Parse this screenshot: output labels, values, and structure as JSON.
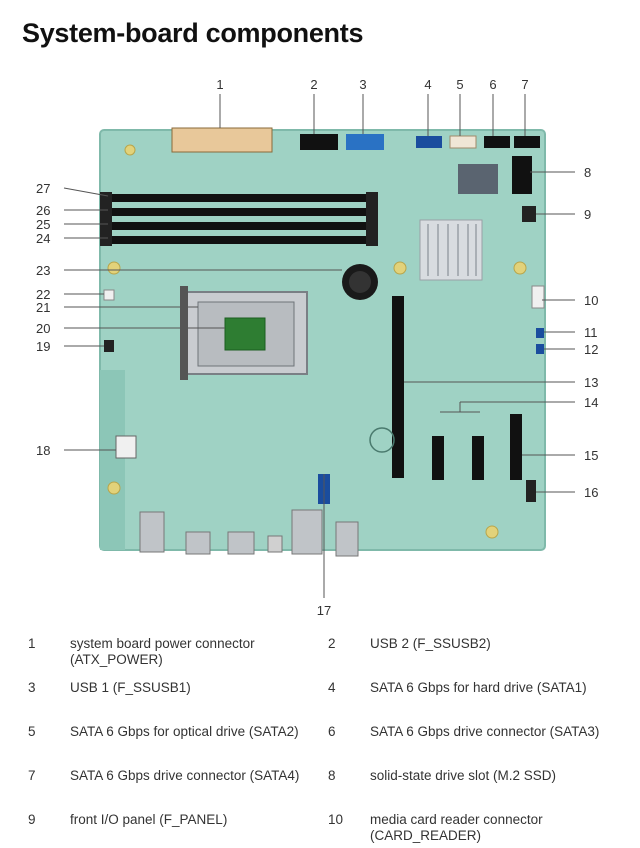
{
  "page": {
    "title": "System-board components"
  },
  "callouts": [
    "1",
    "2",
    "3",
    "4",
    "5",
    "6",
    "7",
    "8",
    "9",
    "10",
    "11",
    "12",
    "13",
    "14",
    "15",
    "16",
    "17",
    "18",
    "19",
    "20",
    "21",
    "22",
    "23",
    "24",
    "25",
    "26",
    "27"
  ],
  "legend": [
    {
      "num": "1",
      "text": "system board power connector (ATX_POWER)"
    },
    {
      "num": "2",
      "text": "USB 2 (F_SSUSB2)"
    },
    {
      "num": "3",
      "text": "USB 1 (F_SSUSB1)"
    },
    {
      "num": "4",
      "text": "SATA 6 Gbps for hard drive (SATA1)"
    },
    {
      "num": "5",
      "text": "SATA 6 Gbps for optical drive (SATA2)"
    },
    {
      "num": "6",
      "text": "SATA 6 Gbps drive connector (SATA3)"
    },
    {
      "num": "7",
      "text": "SATA 6 Gbps drive connector (SATA4)"
    },
    {
      "num": "8",
      "text": "solid-state drive slot (M.2 SSD)"
    },
    {
      "num": "9",
      "text": "front I/O panel (F_PANEL)"
    },
    {
      "num": "10",
      "text": "media card reader connector (CARD_READER)"
    }
  ],
  "colors": {
    "board": "#9fd2c4",
    "board_edge": "#7fb9aa",
    "slot": "#111111",
    "sata_blue": "#1a4d9e",
    "leader": "#555555"
  }
}
